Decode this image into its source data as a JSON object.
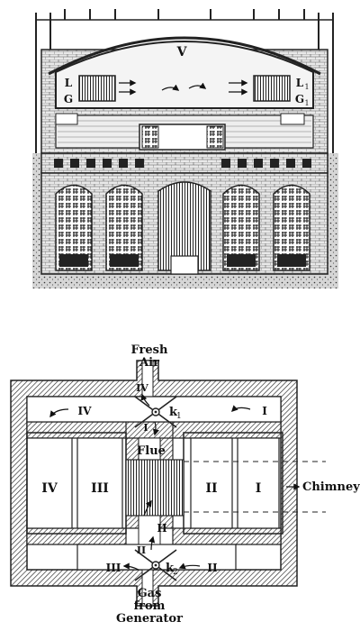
{
  "top_figure": {
    "vault_label": "V",
    "port_left_top": "L",
    "port_left_bottom": "G",
    "port_right_top": "L",
    "port_right_top_sub": "1",
    "port_right_bottom": "G",
    "port_right_bottom_sub": "1"
  },
  "plan": {
    "fresh_air_line1": "Fresh",
    "fresh_air_line2": "Air",
    "gas_line1": "Gas",
    "gas_line2": "from",
    "gas_line3": "Generator",
    "flue": "Flue",
    "chimney": "Chimney",
    "valve_top": "k",
    "valve_top_sub": "1",
    "valve_bottom": "k",
    "valve_bottom_sub": "2",
    "arrow_top_left": "IV",
    "arrow_top_right": "I",
    "arrow_valve_top_up": "IV",
    "arrow_valve_top_down": "I",
    "arrow_bottom_left": "III",
    "arrow_bottom_right": "II",
    "arrow_center_up": "II",
    "arrow_valve_bottom_up": "II",
    "chamber_1": "IV",
    "chamber_2": "III",
    "chamber_3": "II",
    "chamber_4": "I"
  }
}
